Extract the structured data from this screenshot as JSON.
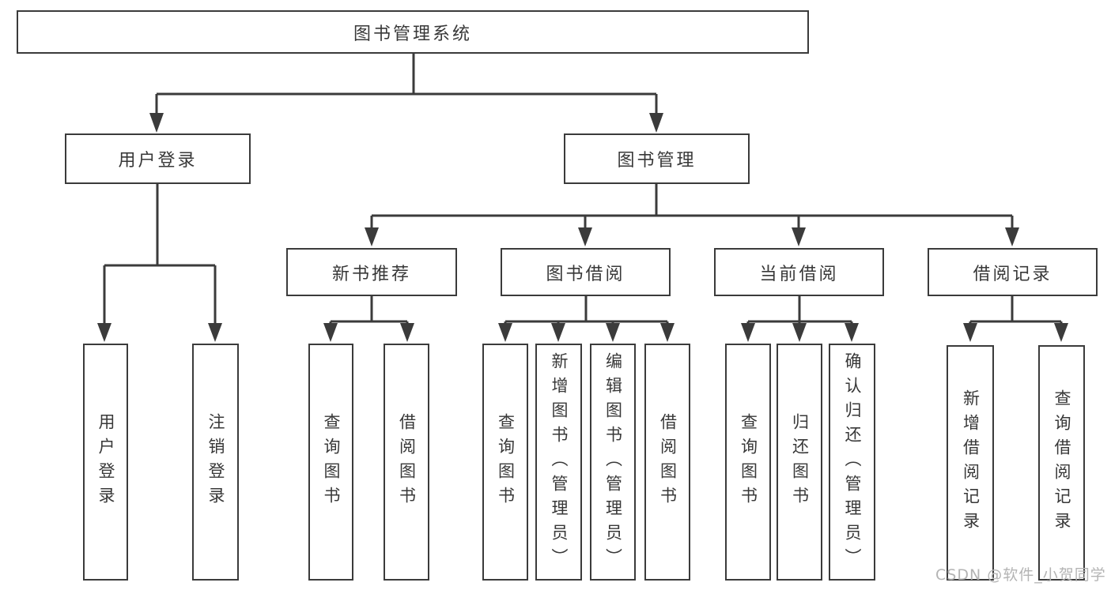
{
  "diagram": {
    "root_label": "图书管理系统",
    "branches": [
      {
        "label": "用户登录",
        "leaves": [
          "用户登录",
          "注销登录"
        ]
      },
      {
        "label": "图书管理",
        "groups": [
          {
            "label": "新书推荐",
            "leaves": [
              "查询图书",
              "借阅图书"
            ]
          },
          {
            "label": "图书借阅",
            "leaves": [
              "查询图书",
              "新增图书（管理员）",
              "编辑图书（管理员）",
              "借阅图书"
            ]
          },
          {
            "label": "当前借阅",
            "leaves": [
              "查询图书",
              "归还图书",
              "确认归还（管理员）"
            ]
          },
          {
            "label": "借阅记录",
            "leaves": [
              "新增借阅记录",
              "查询借阅记录"
            ]
          }
        ]
      }
    ]
  },
  "watermark": {
    "text": "CSDN @软件_小贺同学"
  },
  "colors": {
    "line_color": "#3b3b3b",
    "box_border_color": "#3b3b3b",
    "text_color": "#383838",
    "watermark_color": "#b4b4b4",
    "background_color": "#ffffff"
  }
}
